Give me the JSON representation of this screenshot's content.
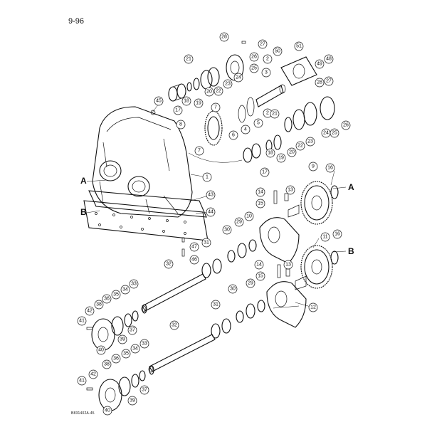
{
  "page_number": "9-96",
  "document_code": "B831402A-45",
  "reference_letters": [
    "A",
    "B"
  ],
  "callouts": [
    "1",
    "2",
    "3",
    "4",
    "5",
    "6",
    "7",
    "8",
    "9",
    "10",
    "11",
    "12",
    "13",
    "14",
    "15",
    "16",
    "17",
    "18",
    "19",
    "20",
    "21",
    "22",
    "23",
    "24",
    "25",
    "26",
    "27",
    "28",
    "29",
    "30",
    "31",
    "32",
    "33",
    "34",
    "35",
    "36",
    "37",
    "38",
    "39",
    "40",
    "41",
    "42",
    "43",
    "44",
    "45",
    "46",
    "47",
    "48",
    "49",
    "50",
    "51"
  ]
}
